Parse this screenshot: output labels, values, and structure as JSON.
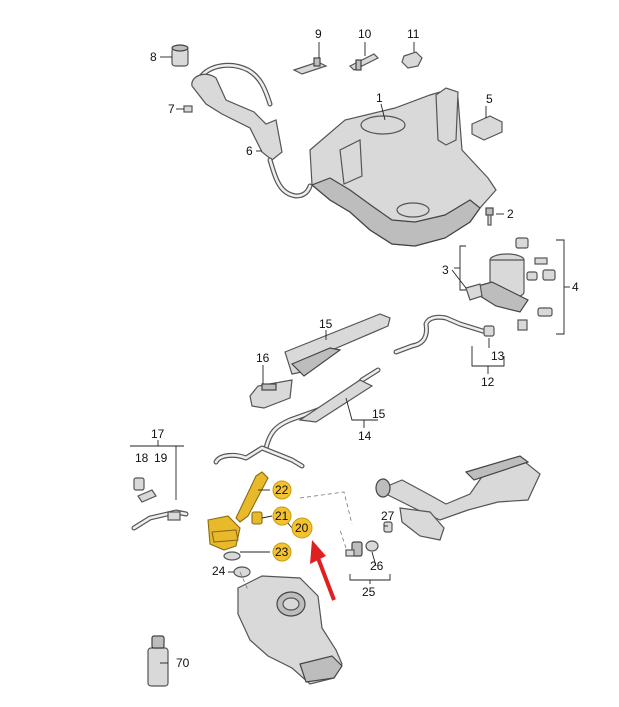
{
  "colors": {
    "highlight": "#f2c230",
    "arrow": "#e02020",
    "part_fill": "#d9d9d9",
    "line": "#222222"
  },
  "labels": {
    "p1": "1",
    "p2": "2",
    "p3": "3",
    "p4": "4",
    "p5": "5",
    "p6": "6",
    "p7": "7",
    "p8": "8",
    "p9": "9",
    "p10": "10",
    "p11": "11",
    "p12": "12",
    "p13": "13",
    "p14": "14",
    "p15a": "15",
    "p15b": "15",
    "p16": "16",
    "p17": "17",
    "p18": "18",
    "p19": "19",
    "p20": "20",
    "p21": "21",
    "p22": "22",
    "p23": "23",
    "p24": "24",
    "p25": "25",
    "p26": "26",
    "p27": "27",
    "p70": "70"
  },
  "highlighted_parts": [
    "20",
    "21",
    "22",
    "23"
  ],
  "callout_arrow": "red-arrow pointing at part 20"
}
